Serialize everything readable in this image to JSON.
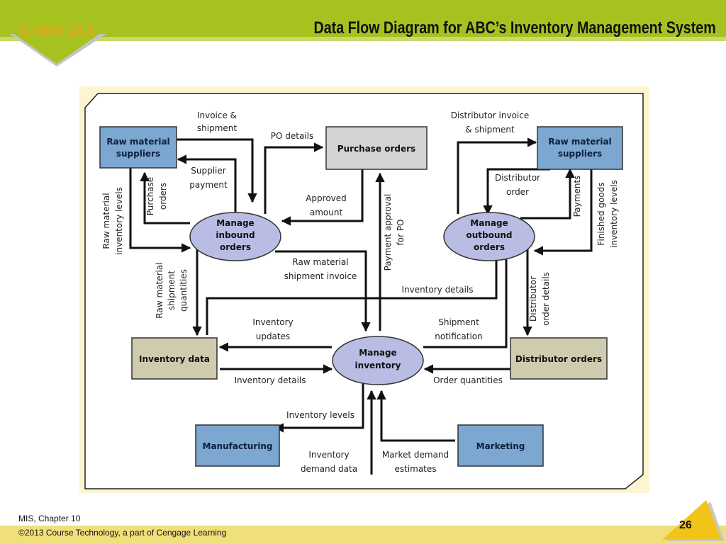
{
  "slide": {
    "exhibit": "Exhibit 10.2",
    "title": "Data Flow Diagram for ABC’s Inventory Management System",
    "footer_chapter": "MIS, Chapter 10",
    "footer_copyright": "©2013 Course Technology, a part of Cengage Learning",
    "page_number": "26"
  },
  "colors": {
    "topbar": "#a6c21f",
    "exhibit_text": "#e8a418",
    "entity_blue": "#7ba7d1",
    "store_gray": "#d4d4d4",
    "store_tan": "#cfcbae",
    "process_lavender": "#b9bde3",
    "diagram_bg": "#fbf6cf"
  },
  "diagram": {
    "nodes": {
      "rms_left": [
        "Raw material",
        "suppliers"
      ],
      "purchase_orders": "Purchase orders",
      "rms_right": [
        "Raw material",
        "suppliers"
      ],
      "manage_inbound": [
        "Manage",
        "inbound",
        "orders"
      ],
      "manage_outbound": [
        "Manage",
        "outbound",
        "orders"
      ],
      "inventory_data": "Inventory data",
      "manage_inventory": [
        "Manage",
        "inventory"
      ],
      "distributor_orders": "Distributor orders",
      "manufacturing": "Manufacturing",
      "marketing": "Marketing"
    },
    "flows": {
      "invoice_shipment": [
        "Invoice &",
        "shipment"
      ],
      "po_details": "PO details",
      "distributor_invoice": [
        "Distributor invoice",
        "& shipment"
      ],
      "supplier_payment": [
        "Supplier",
        "payment"
      ],
      "purchase_orders": [
        "Purchase",
        "orders"
      ],
      "raw_inventory_levels": [
        "Raw material",
        "inventory levels"
      ],
      "approved_amount": [
        "Approved",
        "amount"
      ],
      "payment_approval": [
        "Payment approval",
        "for PO"
      ],
      "distributor_order": [
        "Distributor",
        "order"
      ],
      "payments": "Payments",
      "finished_goods": [
        "Finished goods",
        "inventory levels"
      ],
      "raw_shipment_invoice": [
        "Raw material",
        "shipment invoice"
      ],
      "raw_shipment_quantities": [
        "Raw material",
        "shipment",
        "quantities"
      ],
      "inventory_details_top": "Inventory details",
      "distributor_order_details": [
        "Distributor",
        "order details"
      ],
      "inventory_updates": [
        "Inventory",
        "updates"
      ],
      "shipment_notification": [
        "Shipment",
        "notification"
      ],
      "inventory_details_bottom": "Inventory details",
      "order_quantities": "Order quantities",
      "inventory_levels": "Inventory levels",
      "inventory_demand": [
        "Inventory",
        "demand data"
      ],
      "market_demand": [
        "Market demand",
        "estimates"
      ]
    }
  }
}
